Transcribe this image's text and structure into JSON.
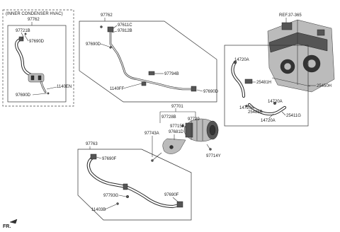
{
  "inner_group": {
    "title": "(INNER CONDENSER HVAC)",
    "part": "97762",
    "callouts": [
      "97721B",
      "97690D",
      "97690D",
      "1140EN"
    ]
  },
  "upper_group": {
    "part": "97762",
    "callouts": [
      "97611C",
      "97812B",
      "97690D",
      "97794B",
      "1140FF",
      "97690D"
    ]
  },
  "compressor_group": {
    "part": "97701",
    "callouts": [
      "97728B",
      "97729",
      "97715F",
      "97743A",
      "97681D",
      "97714Y"
    ]
  },
  "lower_group": {
    "part": "97763",
    "callouts": [
      "97690F",
      "97793G",
      "97690F",
      "11403B"
    ]
  },
  "engine_group": {
    "ref": "REF.37-365",
    "part": "25450H",
    "callouts": [
      "14720A",
      "25481H",
      "14720A",
      "14720A",
      "25485B",
      "25411G",
      "14720A"
    ]
  },
  "direction_label": "FR."
}
